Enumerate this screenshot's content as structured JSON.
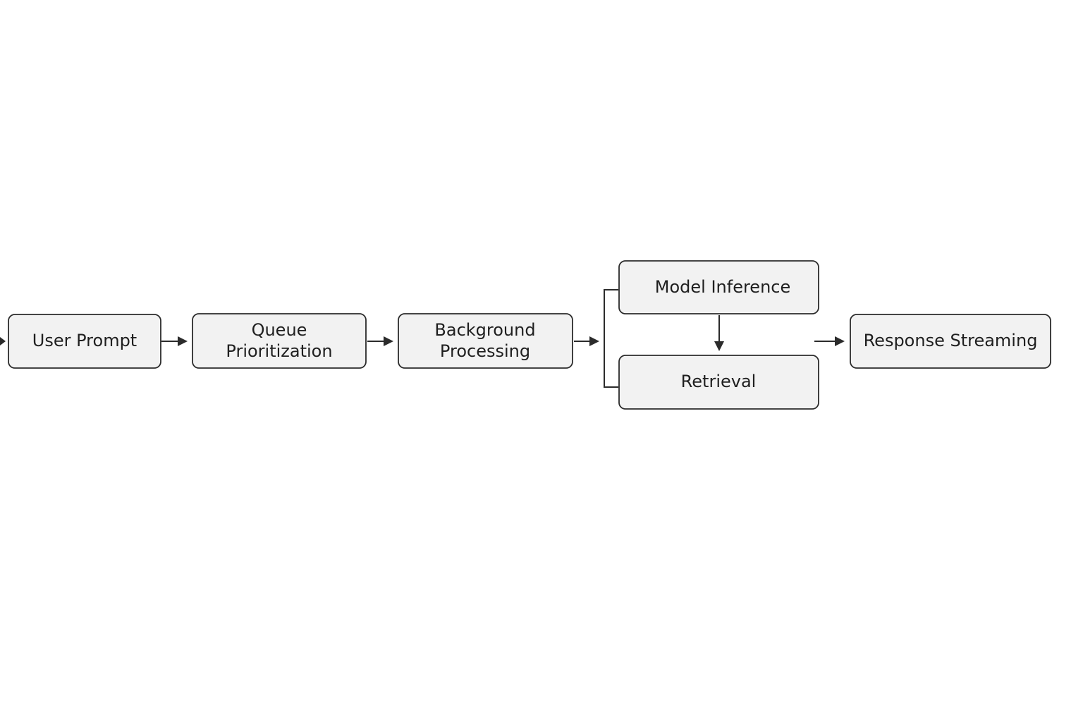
{
  "nodes": {
    "user_prompt": {
      "line1": "User Prompt"
    },
    "queue_prioritization": {
      "line1": "Queue",
      "line2": "Prioritization"
    },
    "background_processing": {
      "line1": "Background",
      "line2": "Processing"
    },
    "model_inference": {
      "line1": "Model Inference"
    },
    "retrieval": {
      "line1": "Retrieval"
    },
    "response_streaming": {
      "line1": "Response Streaming"
    }
  },
  "colors": {
    "box_fill": "#f2f2f2",
    "stroke": "#2b2b2b",
    "text": "#1f1f1f"
  }
}
